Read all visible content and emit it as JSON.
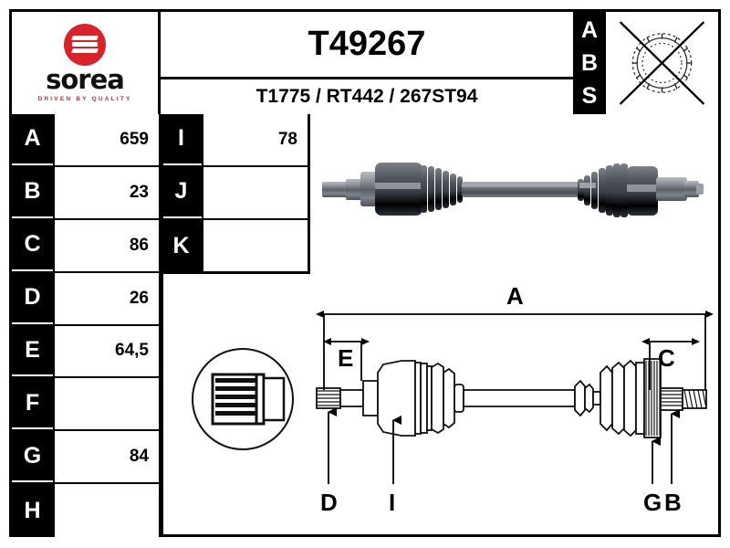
{
  "sheet": {
    "brand": {
      "name": "sorea",
      "tagline": "DRIVEN BY QUALITY",
      "mark": "sorea-s-logo",
      "color": "#d8232a"
    },
    "title": {
      "part_number": "T49267",
      "references": "T1775 / RT442 / 267ST94"
    },
    "abs": {
      "letters": [
        "A",
        "B",
        "S"
      ],
      "icon": "abs-ring-crossed-out",
      "has_abs_ring": false
    },
    "dimension_tables": {
      "left": {
        "rows": [
          {
            "label": "A",
            "value": "659"
          },
          {
            "label": "B",
            "value": "23"
          },
          {
            "label": "C",
            "value": "86"
          },
          {
            "label": "D",
            "value": "26"
          },
          {
            "label": "E",
            "value": "64,5"
          },
          {
            "label": "F",
            "value": ""
          },
          {
            "label": "G",
            "value": "84"
          },
          {
            "label": "H",
            "value": ""
          }
        ]
      },
      "right": {
        "rows": [
          {
            "label": "I",
            "value": "78"
          },
          {
            "label": "J",
            "value": ""
          },
          {
            "label": "K",
            "value": ""
          }
        ]
      }
    },
    "photo": {
      "caption": "cv-drive-shaft-photo"
    },
    "technical_drawing": {
      "span_labels": [
        "A",
        "E",
        "C"
      ],
      "callout_labels": [
        "D",
        "I",
        "G",
        "B"
      ],
      "dimension_A": "A",
      "dimension_E": "E",
      "dimension_C": "C",
      "callout_D": "D",
      "callout_I": "I",
      "callout_G": "G",
      "callout_B": "B"
    },
    "detail_view": {
      "name": "spline-detail-circle"
    }
  }
}
